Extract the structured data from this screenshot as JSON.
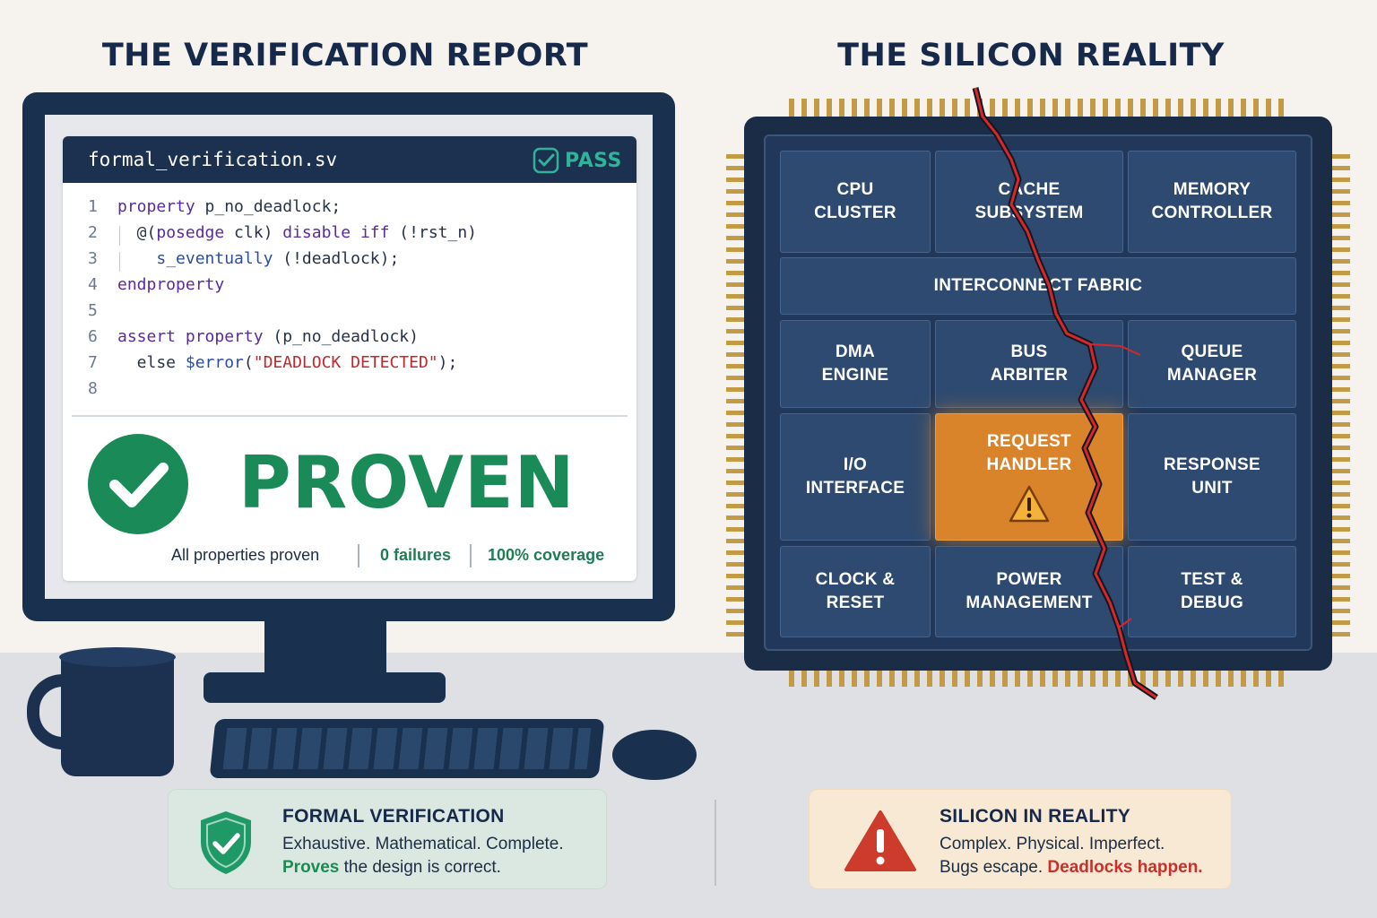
{
  "headings": {
    "left": "THE VERIFICATION REPORT",
    "right": "THE SILICON REALITY"
  },
  "report": {
    "filename": "formal_verification.sv",
    "pass_label": "PASS",
    "code": [
      {
        "n": "1",
        "parts": [
          {
            "t": "property",
            "c": "kw"
          },
          {
            "t": " p_no_deadlock;",
            "c": ""
          }
        ]
      },
      {
        "n": "2",
        "parts": [
          {
            "t": "  @(",
            "c": ""
          },
          {
            "t": "posedge",
            "c": "kw"
          },
          {
            "t": " clk) ",
            "c": ""
          },
          {
            "t": "disable iff",
            "c": "kw"
          },
          {
            "t": " (!rst_n)",
            "c": ""
          }
        ]
      },
      {
        "n": "3",
        "parts": [
          {
            "t": "    ",
            "c": ""
          },
          {
            "t": "s_eventually",
            "c": "fn"
          },
          {
            "t": " (!deadlock);",
            "c": ""
          }
        ]
      },
      {
        "n": "4",
        "parts": [
          {
            "t": "endproperty",
            "c": "kw"
          }
        ]
      },
      {
        "n": "5",
        "parts": []
      },
      {
        "n": "6",
        "parts": [
          {
            "t": "assert property",
            "c": "kw"
          },
          {
            "t": " (p_no_deadlock)",
            "c": ""
          }
        ]
      },
      {
        "n": "7",
        "parts": [
          {
            "t": "  else ",
            "c": ""
          },
          {
            "t": "$error",
            "c": "fn"
          },
          {
            "t": "(",
            "c": ""
          },
          {
            "t": "\"DEADLOCK DETECTED\"",
            "c": "str"
          },
          {
            "t": ");",
            "c": ""
          }
        ]
      },
      {
        "n": "8",
        "parts": []
      }
    ],
    "result": "PROVEN",
    "stats": [
      "All properties proven",
      "0 failures",
      "100% coverage"
    ]
  },
  "chip": {
    "blocks": [
      {
        "id": "cpu-cluster",
        "lines": [
          "CPU",
          "CLUSTER"
        ]
      },
      {
        "id": "cache-subsystem",
        "lines": [
          "CACHE",
          "SUBSYSTEM"
        ]
      },
      {
        "id": "memory-controller",
        "lines": [
          "MEMORY",
          "CONTROLLER"
        ]
      },
      {
        "id": "interconnect-fabric",
        "lines": [
          "INTERCONNECT FABRIC"
        ]
      },
      {
        "id": "dma-engine",
        "lines": [
          "DMA",
          "ENGINE"
        ]
      },
      {
        "id": "bus-arbiter",
        "lines": [
          "BUS",
          "ARBITER"
        ]
      },
      {
        "id": "queue-manager",
        "lines": [
          "QUEUE",
          "MANAGER"
        ]
      },
      {
        "id": "io-interface",
        "lines": [
          "I/O",
          "INTERFACE"
        ]
      },
      {
        "id": "request-handler",
        "lines": [
          "REQUEST",
          "HANDLER"
        ]
      },
      {
        "id": "response-unit",
        "lines": [
          "RESPONSE",
          "UNIT"
        ]
      },
      {
        "id": "clock-reset",
        "lines": [
          "CLOCK &",
          "RESET"
        ]
      },
      {
        "id": "power-management",
        "lines": [
          "POWER",
          "MANAGEMENT"
        ]
      },
      {
        "id": "test-debug",
        "lines": [
          "TEST &",
          "DEBUG"
        ]
      }
    ]
  },
  "captions": {
    "good": {
      "title": "FORMAL VERIFICATION",
      "line1": "Exhaustive. Mathematical. Complete.",
      "line2_highlight": "Proves",
      "line2_rest": " the design is correct."
    },
    "bad": {
      "title": "SILICON IN REALITY",
      "line1": "Complex. Physical. Imperfect.",
      "line2_start": "Bugs escape. ",
      "line2_highlight": "Deadlocks happen."
    }
  },
  "colors": {
    "navy": "#19304f",
    "pass_teal": "#2fb39a",
    "proven_green": "#1a8a58",
    "warning_orange": "#d9842a",
    "crack_red": "#d8262a"
  }
}
